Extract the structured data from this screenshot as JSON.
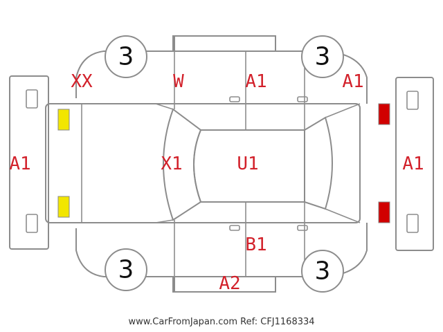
{
  "colors": {
    "code": "#d2202a",
    "outline": "#8c8c8c",
    "front_lamp": "#f2e600",
    "rear_lamp": "#d10000"
  },
  "wheels": {
    "front_top": "3",
    "rear_top": "3",
    "front_bottom": "3",
    "rear_bottom": "3"
  },
  "codes": {
    "front_corner": "XX",
    "front_door_top": "W",
    "rear_door_top": "A1",
    "rear_corner_top": "A1",
    "front_bumper": "A1",
    "windshield": "X1",
    "roof": "U1",
    "rear_bumper": "A1",
    "rear_door_bottom": "B1",
    "bottom_panel": "A2"
  },
  "footer": "www.CarFromJapan.com Ref: CFJ1168334"
}
